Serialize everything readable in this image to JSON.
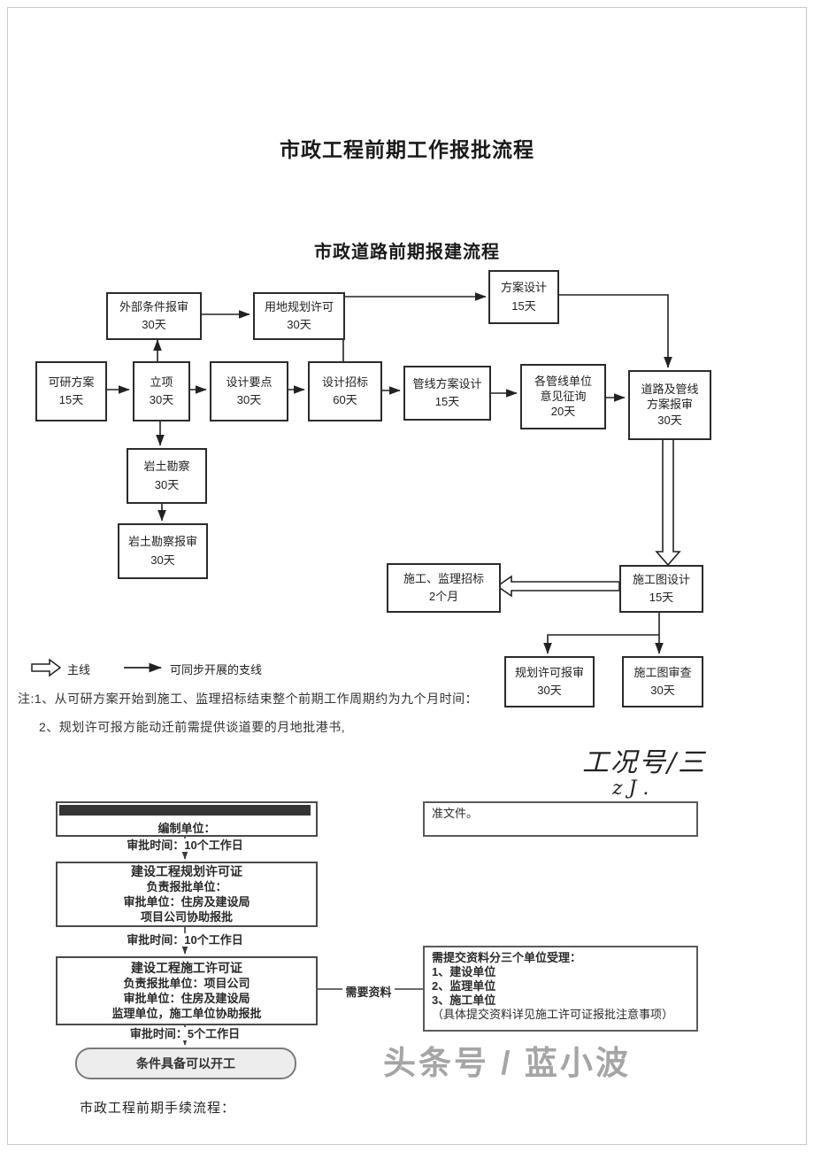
{
  "doc": {
    "title": "市政工程前期工作报批流程",
    "subtitle": "市政道路前期报建流程",
    "note1": "注:1、从可研方案开始到施工、监理招标结束整个前期工作周期约为九个月时间：",
    "note2": "2、规划许可报方能动迁前需提供谈道要的月地批港书,",
    "handwriting1": "工况号/三",
    "handwriting2": "z J .",
    "footer": "市政工程前期手续流程："
  },
  "chart1": {
    "legend": {
      "main": "主线",
      "branch": "可同步开展的支线"
    },
    "nodes": {
      "fasj": {
        "l1": "方案设计",
        "l2": "15天"
      },
      "wbtj": {
        "l1": "外部条件报审",
        "l2": "30天"
      },
      "ydgh": {
        "l1": "用地规划许可",
        "l2": "30天"
      },
      "kyfa": {
        "l1": "可研方案",
        "l2": "15天"
      },
      "lx": {
        "l1": "立项",
        "l2": "30天"
      },
      "sjyd": {
        "l1": "设计要点",
        "l2": "30天"
      },
      "sjzb": {
        "l1": "设计招标",
        "l2": "60天"
      },
      "gxfa": {
        "l1": "管线方案设计",
        "l2": "15天"
      },
      "ggxdw": {
        "l1": "各管线单位",
        "l2": "意见征询",
        "l3": "20天"
      },
      "dlgx": {
        "l1": "道路及管线",
        "l2": "方案报审",
        "l3": "30天"
      },
      "ytkc": {
        "l1": "岩土勘察",
        "l2": "30天"
      },
      "ytbs": {
        "l1": "岩土勘察报审",
        "l2": "30天"
      },
      "sgjl": {
        "l1": "施工、监理招标",
        "l2": "2个月"
      },
      "sgt": {
        "l1": "施工图设计",
        "l2": "15天"
      },
      "ghxk": {
        "l1": "规划许可报审",
        "l2": "30天"
      },
      "sgsc": {
        "l1": "施工图审查",
        "l2": "30天"
      }
    }
  },
  "chart2": {
    "topbox_label": "编制单位：",
    "time1": "审批时间：10个工作日",
    "plan_permit": {
      "title": "建设工程规划许可证",
      "l2": "负责报批单位：",
      "l3": "审批单位：住房及建设局",
      "l4": "项目公司协助报批"
    },
    "time2": "审批时间：10个工作日",
    "build_permit": {
      "title": "建设工程施工许可证",
      "l2": "负责报批单位：项目公司",
      "l3": "审批单位：住房及建设局",
      "l4": "监理单位，施工单位协助报批"
    },
    "time3": "审批时间：5个工作日",
    "start_oval": "条件具备可以开工",
    "need_label": "需要资料",
    "right_top": "准文件。",
    "materials": {
      "l1": "需提交资料分三个单位受理：",
      "l2": "1、建设单位",
      "l3": "2、监理单位",
      "l4": "3、施工单位",
      "l5": "（具体提交资料详见施工许可证报批注意事项）"
    },
    "watermark": "头条号 / 蓝小波"
  }
}
